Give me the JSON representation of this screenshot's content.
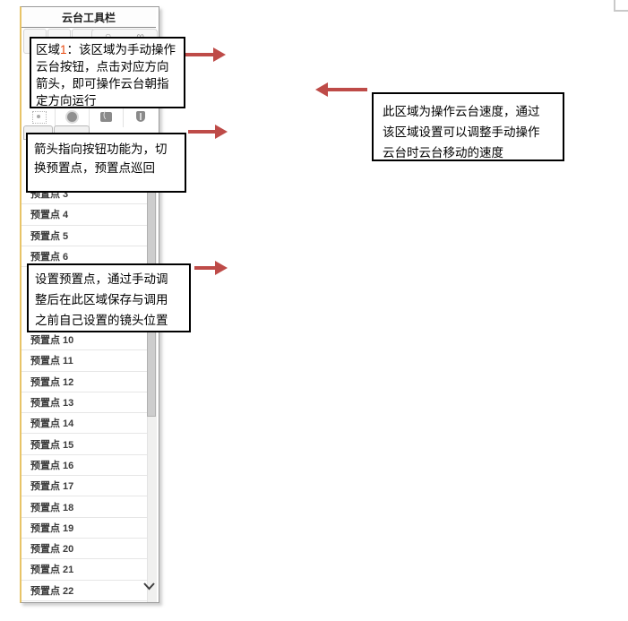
{
  "header": {
    "title": "云台工具栏"
  },
  "presets": {
    "top": [
      "预置点 3",
      "预置点 4",
      "预置点 5",
      "预置点 6"
    ],
    "bottom": [
      "预置点 10",
      "预置点 11",
      "预置点 12",
      "预置点 13",
      "预置点 14",
      "预置点 15",
      "预置点 16",
      "预置点 17",
      "预置点 18",
      "预置点 19",
      "预置点 20",
      "预置点 21",
      "预置点 22"
    ]
  },
  "callouts": {
    "area1_prefix": "区域",
    "area1_number": "1",
    "area1_rest": "：该区域为手动操作云台按钮，点击对应方向箭头，即可操作云台朝指定方向运行",
    "tab_note": "箭头指向按钮功能为，切\n换预置点，预置点巡回",
    "speed_note": "此区域为操作云台速度，通过\n该区域设置可以调整手动操作\n云台时云台移动的速度",
    "preset_note": "设置预置点，通过手动调\n整后在此区域保存与调用\n之前自己设置的镜头位置"
  },
  "colors": {
    "arrow": "#be4b48",
    "accent_number": "#e8470b",
    "panel_edge": "#e8c468"
  }
}
